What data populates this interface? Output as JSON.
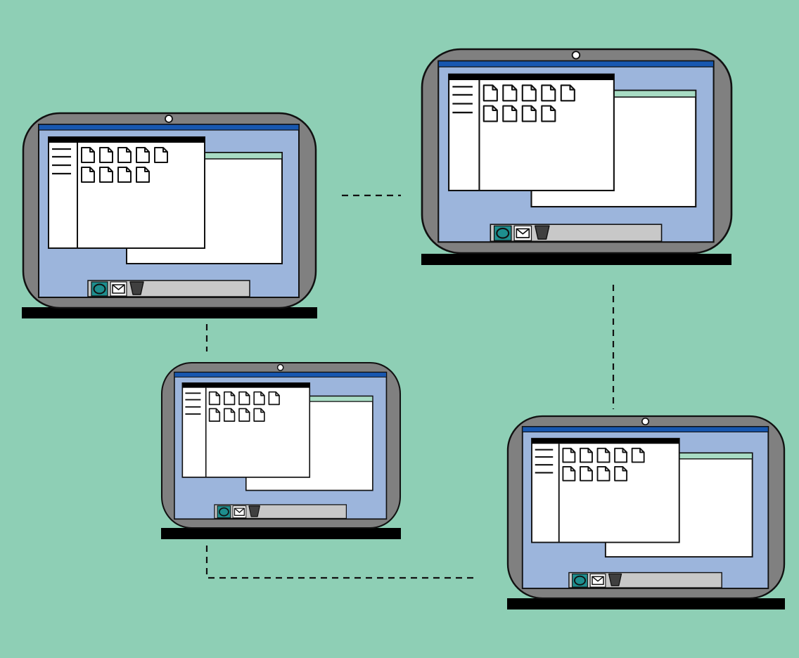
{
  "colors": {
    "background": "#8ecfb5",
    "bezel": "#808080",
    "outline": "#111111",
    "screen": "#9cb5dc",
    "title_bar": "#1757b0",
    "window": "#ffffff",
    "back_window_bar": "#a8dcc4",
    "front_window_bar": "#000000",
    "taskbar": "#c8c8c8",
    "base": "#000000",
    "camera": "#ffffff",
    "browser_icon_bg": "#1e8e8e",
    "trash_icon": "#404040"
  },
  "laptops": [
    {
      "id": "top-left",
      "front_window_icons": [
        5,
        4
      ],
      "taskbar_icons": [
        "browser-icon",
        "mail-icon",
        "trash-icon"
      ]
    },
    {
      "id": "top-right",
      "front_window_icons": [
        5,
        4
      ],
      "taskbar_icons": [
        "browser-icon",
        "mail-icon",
        "trash-icon"
      ]
    },
    {
      "id": "bottom-left",
      "front_window_icons": [
        5,
        4
      ],
      "taskbar_icons": [
        "browser-icon",
        "mail-icon",
        "trash-icon"
      ]
    },
    {
      "id": "bottom-right",
      "front_window_icons": [
        5,
        4
      ],
      "taskbar_icons": [
        "browser-icon",
        "mail-icon",
        "trash-icon"
      ]
    }
  ],
  "connections": [
    {
      "from": "top-left",
      "to": "top-right"
    },
    {
      "from": "top-left",
      "to": "bottom-left"
    },
    {
      "from": "top-right",
      "to": "bottom-right"
    },
    {
      "from": "bottom-left",
      "to": "bottom-right"
    }
  ]
}
